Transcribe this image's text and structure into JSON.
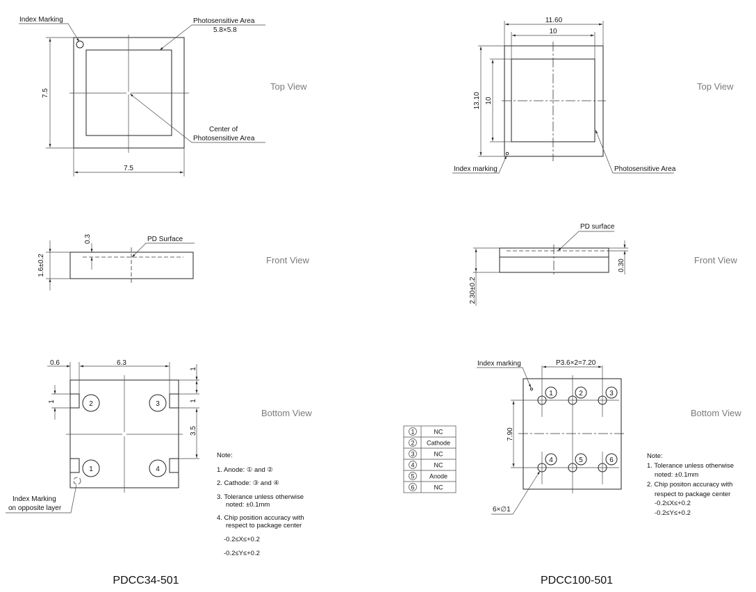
{
  "left": {
    "part_name": "PDCC34-501",
    "top_view": {
      "label": "Top View",
      "index_marking": "Index Marking",
      "photosensitive_area": "Photosensitive Area",
      "photosensitive_size": "5.8×5.8",
      "center_line1": "Center of",
      "center_line2": "Photosensitive Area",
      "dim_height": "7.5",
      "dim_width": "7.5"
    },
    "front_view": {
      "label": "Front View",
      "pd_surface": "PD Surface",
      "dim_thickness": "1.6±0.2",
      "dim_depth": "0.3"
    },
    "bottom_view": {
      "label": "Bottom View",
      "dim_offset": "0.6",
      "dim_pitch": "6.3",
      "dim_pad_top": "1",
      "dim_pad_right": "1",
      "dim_pad_left": "1",
      "dim_vertical": "3.5",
      "pins": [
        "1",
        "2",
        "3",
        "4"
      ],
      "index_line1": "Index Marking",
      "index_line2": "on opposite layer"
    },
    "notes": {
      "heading": "Note:",
      "items": [
        "1. Anode:     ① and ②",
        "2. Cathode: ③ and ④",
        "3. Tolerance unless otherwise",
        "noted: ±0.1mm",
        "4. Chip position accuracy with",
        "respect to package center",
        "-0.2≤X≤+0.2",
        "-0.2≤Y≤+0.2"
      ]
    }
  },
  "right": {
    "part_name": "PDCC100-501",
    "top_view": {
      "label": "Top View",
      "dim_outer_width": "11.60",
      "dim_inner_width": "10",
      "dim_outer_height": "13.10",
      "dim_inner_height": "10",
      "index_marking": "Index marking",
      "photosensitive_area": "Photosensitive Area"
    },
    "front_view": {
      "label": "Front View",
      "pd_surface": "PD surface",
      "dim_thickness": "2.30±0.2",
      "dim_depth": "0.30"
    },
    "bottom_view": {
      "label": "Bottom View",
      "index_marking": "Index marking",
      "dim_pitch": "P3.6×2=7.20",
      "dim_vertical": "7.90",
      "dim_holes": "6×∅1",
      "pins": [
        "1",
        "2",
        "3",
        "4",
        "5",
        "6"
      ]
    },
    "pin_table": [
      {
        "pin": "1",
        "function": "NC"
      },
      {
        "pin": "2",
        "function": "Cathode"
      },
      {
        "pin": "3",
        "function": "NC"
      },
      {
        "pin": "4",
        "function": "NC"
      },
      {
        "pin": "5",
        "function": "Anode"
      },
      {
        "pin": "6",
        "function": "NC"
      }
    ],
    "notes": {
      "heading": "Note:",
      "items": [
        "1. Tolerance unless otherwise",
        "noted: ±0.1mm",
        "2. Chip positon accuracy with",
        "respect to package center",
        "-0.2≤X≤+0.2",
        "-0.2≤Y≤+0.2"
      ]
    }
  }
}
